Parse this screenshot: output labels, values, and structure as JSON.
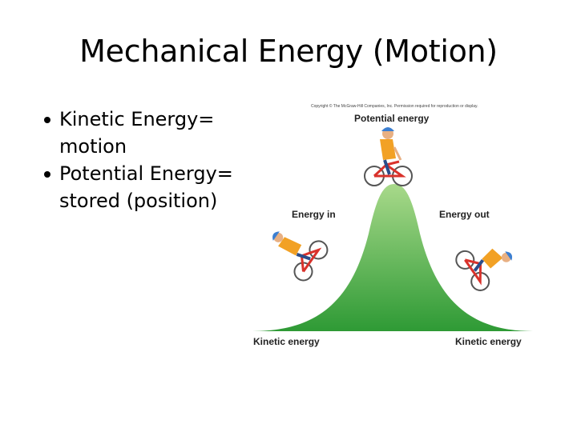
{
  "slide": {
    "title": "Mechanical Energy (Motion)",
    "bullets": [
      {
        "text": "Kinetic Energy= motion"
      },
      {
        "text": "Potential Energy= stored (position)"
      }
    ]
  },
  "figure": {
    "copyright": "Copyright © The McGraw-Hill Companies, Inc. Permission required for reproduction or display.",
    "label_top": "Potential energy",
    "label_left": "Energy in",
    "label_right": "Energy out",
    "label_bottom_left": "Kinetic energy",
    "label_bottom_right": "Kinetic energy",
    "colors": {
      "hill_top": "#a8d98a",
      "hill_bottom": "#2e9a35",
      "bike_frame": "#d9322b",
      "rider_shirt": "#f2a125",
      "helmet": "#3c7fd1"
    }
  }
}
